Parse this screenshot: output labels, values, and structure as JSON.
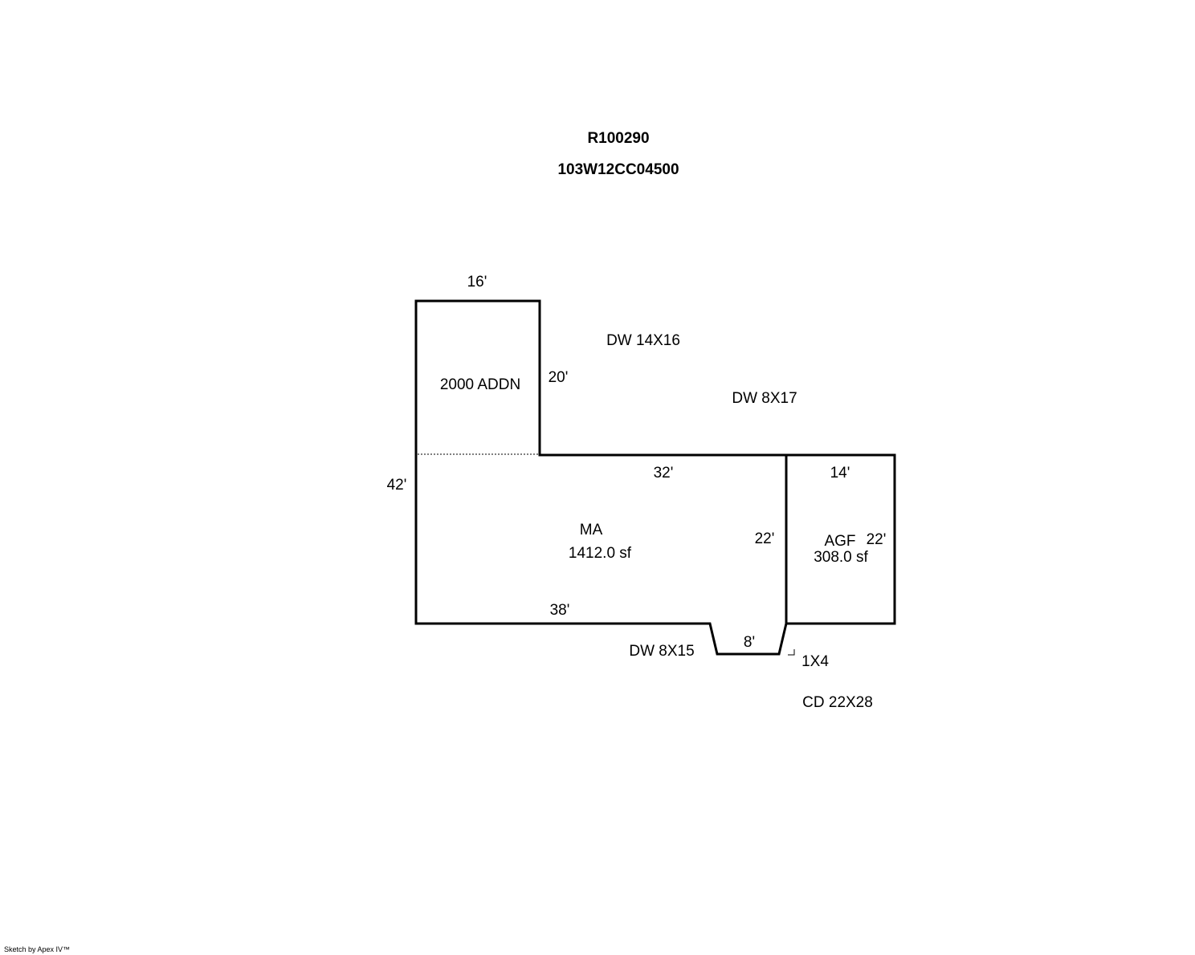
{
  "header": {
    "account_number": "R100290",
    "parcel_number": "103W12CC04500"
  },
  "areas": {
    "addition": {
      "label": "2000 ADDN"
    },
    "main": {
      "label": "MA",
      "area": "1412.0 sf"
    },
    "garage": {
      "label": "AGF",
      "area": "308.0 sf"
    }
  },
  "dimensions": {
    "addition_top": "16'",
    "addition_right": "20'",
    "main_left": "42'",
    "main_top": "32'",
    "main_right": "22'",
    "main_bottom": "38'",
    "bump_bottom": "8'",
    "garage_top": "14'",
    "garage_right": "22'",
    "stoop": "1X4"
  },
  "outbuildings": {
    "dw_1": "DW 14X16",
    "dw_2": "DW 8X17",
    "dw_3": "DW 8X15",
    "cd": "CD 22X28"
  },
  "footer": {
    "credit": "Sketch by Apex IV™"
  }
}
